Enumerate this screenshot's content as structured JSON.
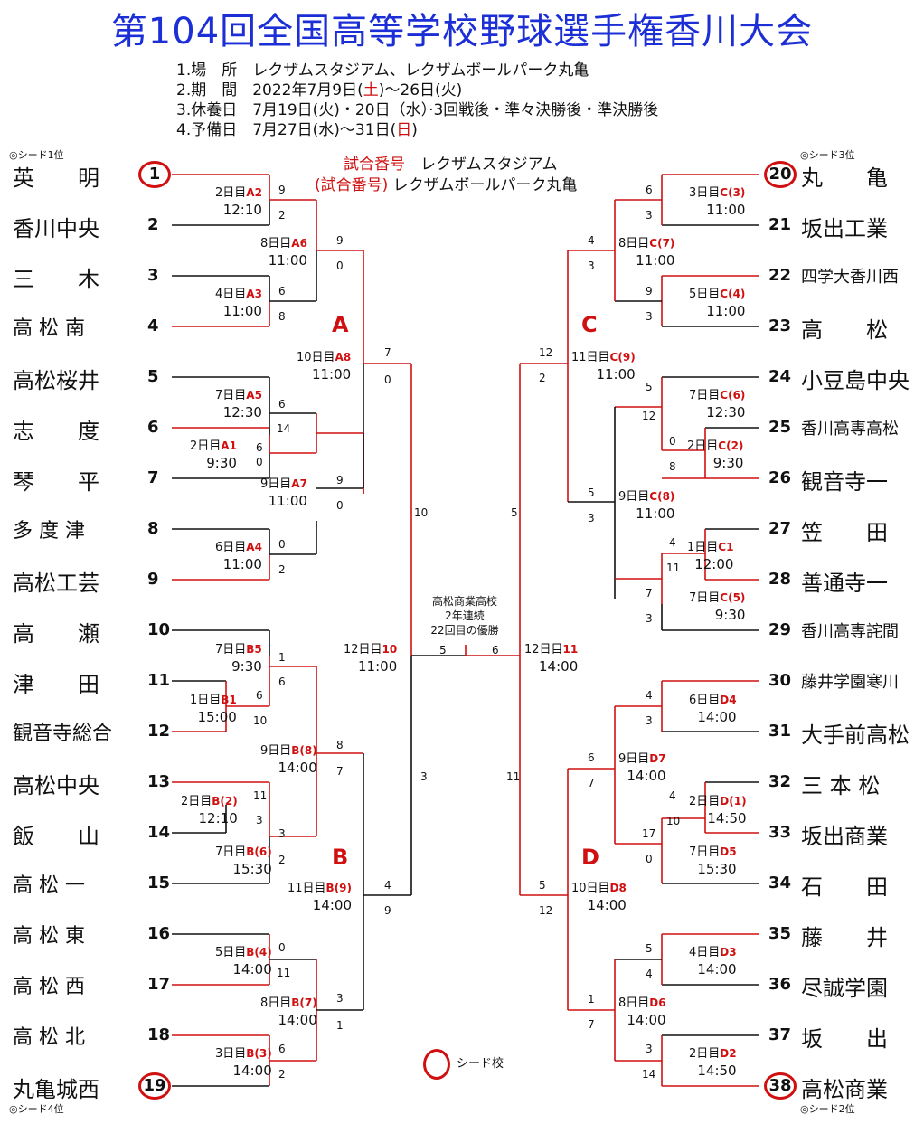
{
  "title": "第104回全国高等学校野球選手権香川大会",
  "info": {
    "line1": "1.場　所　レクザムスタジアム、レクザムボールパーク丸亀",
    "line2a": "2.期　間　2022年7月9日(",
    "line2b": "土",
    "line2c": ")～26日(火)",
    "line3": "3.休養日　7月19日(火)・20日（水）·3回戦後・準々決勝後・準決勝後",
    "line4a": "4.予備日　7月27日(水)～31日(",
    "line4b": "日",
    "line4c": ")"
  },
  "captions": {
    "line1a": "試合番号",
    "line1b": "　レクザムスタジアム",
    "line2a": "(試合番号)",
    "line2b": "レクザムボールパーク丸亀"
  },
  "seeds": {
    "s1": "◎シード1位",
    "s2": "◎シード2位",
    "s3": "◎シード3位",
    "s4": "◎シード4位"
  },
  "left_teams": [
    {
      "num": "1",
      "name": "英　　明"
    },
    {
      "num": "2",
      "name": "香川中央"
    },
    {
      "num": "3",
      "name": "三　　木"
    },
    {
      "num": "4",
      "name": "高 松 南"
    },
    {
      "num": "5",
      "name": "高松桜井"
    },
    {
      "num": "6",
      "name": "志　　度"
    },
    {
      "num": "7",
      "name": "琴　　平"
    },
    {
      "num": "8",
      "name": "多 度 津"
    },
    {
      "num": "9",
      "name": "高松工芸"
    },
    {
      "num": "10",
      "name": "高　　瀬"
    },
    {
      "num": "11",
      "name": "津　　田"
    },
    {
      "num": "12",
      "name": "観音寺総合"
    },
    {
      "num": "13",
      "name": "高松中央"
    },
    {
      "num": "14",
      "name": "飯　　山"
    },
    {
      "num": "15",
      "name": "高 松 一"
    },
    {
      "num": "16",
      "name": "高 松 東"
    },
    {
      "num": "17",
      "name": "高 松 西"
    },
    {
      "num": "18",
      "name": "高 松 北"
    },
    {
      "num": "19",
      "name": "丸亀城西"
    }
  ],
  "right_teams": [
    {
      "num": "20",
      "name": "丸　　亀"
    },
    {
      "num": "21",
      "name": "坂出工業"
    },
    {
      "num": "22",
      "name": "四学大香川西"
    },
    {
      "num": "23",
      "name": "高　　松"
    },
    {
      "num": "24",
      "name": "小豆島中央"
    },
    {
      "num": "25",
      "name": "香川高専高松"
    },
    {
      "num": "26",
      "name": "観音寺一"
    },
    {
      "num": "27",
      "name": "笠　　田"
    },
    {
      "num": "28",
      "name": "善通寺一"
    },
    {
      "num": "29",
      "name": "香川高専詫間"
    },
    {
      "num": "30",
      "name": "藤井学園寒川"
    },
    {
      "num": "31",
      "name": "大手前高松"
    },
    {
      "num": "32",
      "name": "三 本 松"
    },
    {
      "num": "33",
      "name": "坂出商業"
    },
    {
      "num": "34",
      "name": "石　　田"
    },
    {
      "num": "35",
      "name": "藤　　井"
    },
    {
      "num": "36",
      "name": "尽誠学園"
    },
    {
      "num": "37",
      "name": "坂　　出"
    },
    {
      "num": "38",
      "name": "高松商業"
    }
  ],
  "blocks": {
    "a": "A",
    "b": "B",
    "c": "C",
    "d": "D"
  },
  "games": {
    "A2": {
      "day": "2日目",
      "code": "A2",
      "time": "12:10"
    },
    "A6": {
      "day": "8日目",
      "code": "A6",
      "time": "11:00"
    },
    "A3": {
      "day": "4日目",
      "code": "A3",
      "time": "11:00"
    },
    "A8": {
      "day": "10日目",
      "code": "A8",
      "time": "11:00"
    },
    "A5": {
      "day": "7日目",
      "code": "A5",
      "time": "12:30"
    },
    "A1": {
      "day": "2日目",
      "code": "A1",
      "time": "9:30"
    },
    "A7": {
      "day": "9日目",
      "code": "A7",
      "time": "11:00"
    },
    "A4": {
      "day": "6日目",
      "code": "A4",
      "time": "11:00"
    },
    "B5": {
      "day": "7日目",
      "code": "B5",
      "time": "9:30"
    },
    "B1": {
      "day": "1日目",
      "code": "B1",
      "time": "15:00"
    },
    "B8": {
      "day": "9日目",
      "code": "B(8)",
      "time": "14:00"
    },
    "B2": {
      "day": "2日目",
      "code": "B(2)",
      "time": "12:10"
    },
    "B6": {
      "day": "7日目",
      "code": "B(6)",
      "time": "15:30"
    },
    "B9": {
      "day": "11日目",
      "code": "B(9)",
      "time": "14:00"
    },
    "B4": {
      "day": "5日目",
      "code": "B(4)",
      "time": "14:00"
    },
    "B7": {
      "day": "8日目",
      "code": "B(7)",
      "time": "14:00"
    },
    "B3": {
      "day": "3日目",
      "code": "B(3)",
      "time": "14:00"
    },
    "G10": {
      "day": "12日目",
      "code": "10",
      "time": "11:00"
    },
    "G11": {
      "day": "12日目",
      "code": "11",
      "time": "14:00"
    },
    "C3": {
      "day": "3日目",
      "code": "C(3)",
      "time": "11:00"
    },
    "C7": {
      "day": "8日目",
      "code": "C(7)",
      "time": "11:00"
    },
    "C4": {
      "day": "5日目",
      "code": "C(4)",
      "time": "11:00"
    },
    "C9": {
      "day": "11日目",
      "code": "C(9)",
      "time": "11:00"
    },
    "C6": {
      "day": "7日目",
      "code": "C(6)",
      "time": "12:30"
    },
    "C2": {
      "day": "2日目",
      "code": "C(2)",
      "time": "9:30"
    },
    "C8": {
      "day": "9日目",
      "code": "C(8)",
      "time": "11:00"
    },
    "C1": {
      "day": "1日目",
      "code": "C1",
      "time": "12:00"
    },
    "C5": {
      "day": "7日目",
      "code": "C(5)",
      "time": "9:30"
    },
    "D4": {
      "day": "6日目",
      "code": "D4",
      "time": "14:00"
    },
    "D7": {
      "day": "9日目",
      "code": "D7",
      "time": "14:00"
    },
    "D1": {
      "day": "2日目",
      "code": "D(1)",
      "time": "14:50"
    },
    "D5": {
      "day": "7日目",
      "code": "D5",
      "time": "15:30"
    },
    "D8": {
      "day": "10日目",
      "code": "D8",
      "time": "14:00"
    },
    "D3": {
      "day": "4日目",
      "code": "D3",
      "time": "14:00"
    },
    "D6": {
      "day": "8日目",
      "code": "D6",
      "time": "14:00"
    },
    "D2": {
      "day": "2日目",
      "code": "D2",
      "time": "14:50"
    }
  },
  "scores": {
    "A2": [
      "9",
      "2"
    ],
    "A3": [
      "6",
      "8"
    ],
    "A6": [
      "9",
      "0"
    ],
    "A8": [
      "7",
      "0"
    ],
    "A1": [
      "6",
      "0"
    ],
    "A5": [
      "6",
      "14"
    ],
    "A4": [
      "0",
      "2"
    ],
    "A7": [
      "9",
      "0"
    ],
    "AB": [
      "10",
      "3"
    ],
    "B1": [
      "6",
      "10"
    ],
    "B5": [
      "1",
      "6"
    ],
    "B2": [
      "11",
      "3"
    ],
    "B6": [
      "3",
      "2"
    ],
    "B8": [
      "8",
      "7"
    ],
    "B4": [
      "0",
      "11"
    ],
    "B3": [
      "6",
      "2"
    ],
    "B7": [
      "3",
      "1"
    ],
    "B9": [
      "4",
      "9"
    ],
    "F": [
      "5",
      "6"
    ],
    "C3": [
      "6",
      "3"
    ],
    "C4": [
      "9",
      "3"
    ],
    "C7": [
      "4",
      "3"
    ],
    "C9": [
      "12",
      "2"
    ],
    "C2": [
      "0",
      "8"
    ],
    "C6": [
      "5",
      "12"
    ],
    "C1": [
      "4",
      "11"
    ],
    "C5": [
      "7",
      "3"
    ],
    "C8": [
      "5",
      "3"
    ],
    "CD": [
      "5",
      "11"
    ],
    "D4": [
      "4",
      "3"
    ],
    "D1": [
      "4",
      "10"
    ],
    "D5": [
      "17",
      "0"
    ],
    "D7": [
      "6",
      "7"
    ],
    "D3": [
      "5",
      "4"
    ],
    "D2": [
      "3",
      "14"
    ],
    "D6": [
      "1",
      "7"
    ],
    "D8": [
      "5",
      "12"
    ]
  },
  "champion": {
    "l1": "高松商業高校",
    "l2": "2年連続",
    "l3": "22回目の優勝"
  },
  "legend": "シード校",
  "colors": {
    "win": "#d01010",
    "line": "#000000",
    "title": "#1c2fd6"
  }
}
